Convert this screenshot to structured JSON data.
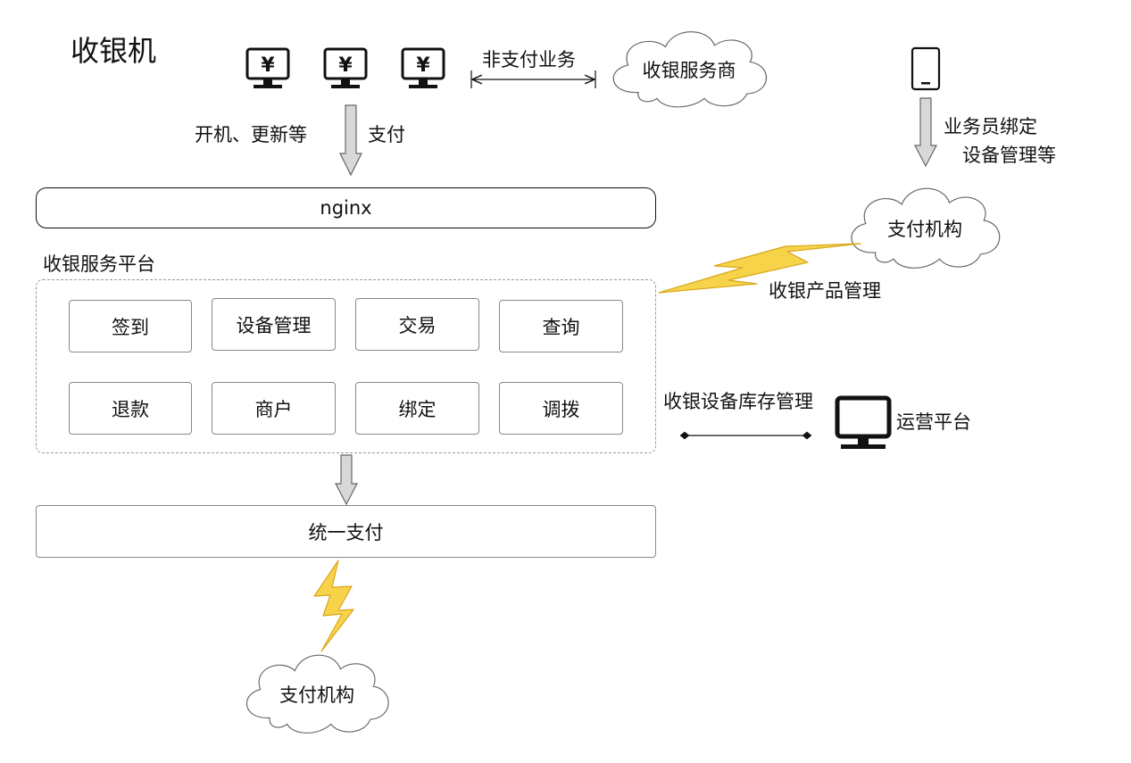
{
  "title": "收银机",
  "labels": {
    "boot_update": "开机、更新等",
    "payment": "支付",
    "non_payment": "非支付业务",
    "salesman_binding": "业务员绑定",
    "device_mgmt_etc": "设备管理等",
    "product_mgmt": "收银产品管理",
    "inventory_mgmt": "收银设备库存管理",
    "ops_platform": "运营平台",
    "platform_name": "收银服务平台"
  },
  "clouds": {
    "service_provider": "收银服务商",
    "payment_institution_top": "支付机构",
    "payment_institution_bottom": "支付机构"
  },
  "nginx": "nginx",
  "unified_payment": "统一支付",
  "modules": [
    "签到",
    "设备管理",
    "交易",
    "查询",
    "退款",
    "商户",
    "绑定",
    "调拨"
  ],
  "icons": {
    "pos_terminal": "yen-terminal-icon",
    "mobile": "mobile-phone-icon",
    "monitor": "monitor-icon",
    "lightning": "lightning-icon",
    "cloud": "cloud-icon"
  },
  "colors": {
    "lightning_fill": "#f7d34a",
    "lightning_stroke": "#d9a61a",
    "arrow_fill": "#d8d8d8"
  },
  "currency_symbol": "¥"
}
